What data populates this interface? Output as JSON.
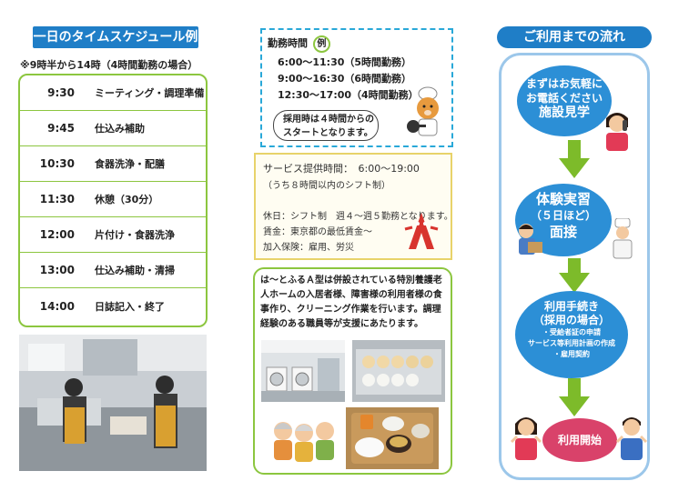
{
  "schedule": {
    "title": "一日のタイムスケジュール例",
    "note": "※9時半から14時（4時間勤務の場合）",
    "rows": [
      {
        "time": "9:30",
        "activity": "ミーティング・調理準備"
      },
      {
        "time": "9:45",
        "activity": "仕込み補助"
      },
      {
        "time": "10:30",
        "activity": "食器洗浄・配膳"
      },
      {
        "time": "11:30",
        "activity": "休憩（30分）"
      },
      {
        "time": "12:00",
        "activity": "片付け・食器洗浄"
      },
      {
        "time": "13:00",
        "activity": "仕込み補助・清掃"
      },
      {
        "time": "14:00",
        "activity": "日誌記入・終了"
      }
    ]
  },
  "hours": {
    "heading": "勤務時間",
    "example": "例",
    "lines": [
      "6:00～11:30（5時間勤務）",
      "9:00～16:30（6時間勤務）",
      "12:30～17:00（4時間勤務）"
    ],
    "bubble_line1": "採用時は４時間からの",
    "bubble_line2": "スタートとなります。"
  },
  "service": {
    "line1": "サービス提供時間：　6:00～19:00",
    "line2": "（うち８時間以内のシフト制）",
    "line3": "休日：シフト制　週４～週５勤務となります。",
    "line4": "賃金：東京都の最低賃金～",
    "line5": "加入保険：雇用、労災"
  },
  "info": {
    "text": "は～とふるＡ型は併設されている特別養護老人ホームの入居者様、障害様の利用者様の食事作り、クリーニング作業を行います。調理経験のある職員等が支援にあたります。"
  },
  "flow": {
    "title": "ご利用までの流れ",
    "step1_line1": "まずはお気軽に",
    "step1_line2": "お電話ください",
    "step1_line3": "施設見学",
    "step2_line1": "体験実習",
    "step2_line2": "（５日ほど）",
    "step2_line3": "面接",
    "step3_line1": "利用手続き",
    "step3_line2": "（採用の場合）",
    "step3_bullets": [
      "・受給者証の申請",
      "サービス等利用計画の作成",
      "・雇用契約"
    ],
    "step4": "利用開始"
  },
  "colors": {
    "blue": "#1f7ec7",
    "green": "#8cc63f",
    "arrow_green": "#7dbb2a",
    "pink": "#d9426a"
  }
}
